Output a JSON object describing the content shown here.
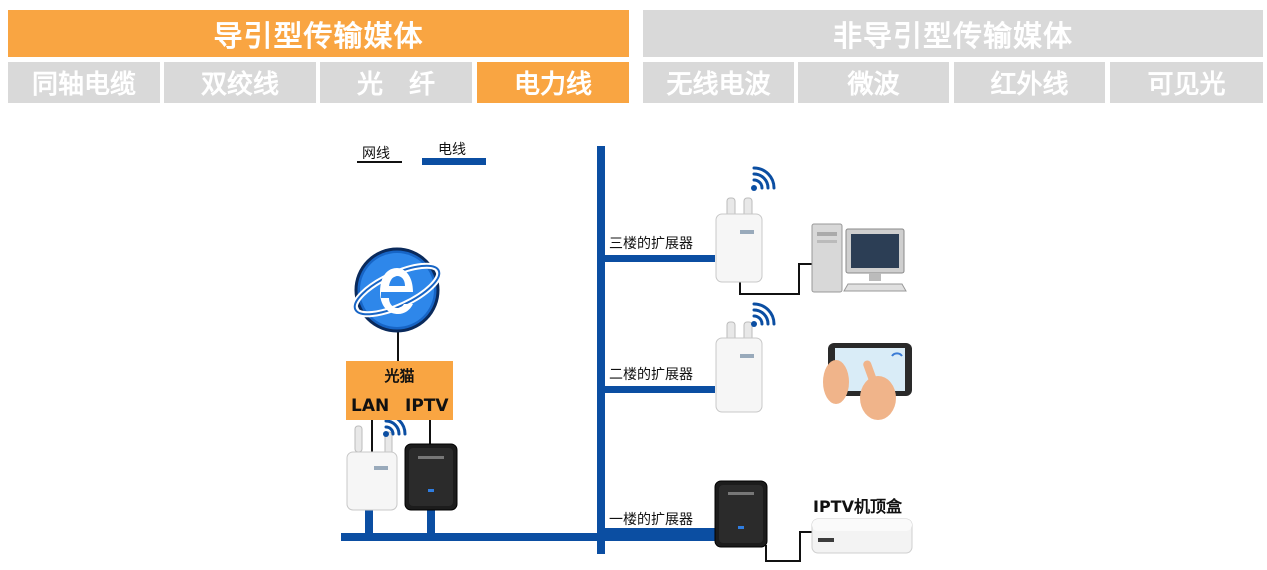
{
  "header": {
    "guided": "导引型传输媒体",
    "unguided": "非导引型传输媒体",
    "guided_items": [
      "同轴电缆",
      "双绞线",
      "光　纤",
      "电力线"
    ],
    "unguided_items": [
      "无线电波",
      "微波",
      "红外线",
      "可见光"
    ],
    "active_item": "电力线"
  },
  "legend": {
    "network_cable": "网线",
    "power_line": "电线"
  },
  "diagram": {
    "modem_label": "光猫",
    "lan_port": "LAN",
    "iptv_port": "IPTV",
    "floor3_extender": "三楼的扩展器",
    "floor2_extender": "二楼的扩展器",
    "floor1_extender": "一楼的扩展器",
    "iptv_box": "IPTV机顶盒"
  },
  "colors": {
    "accent_orange": "#f9a542",
    "inactive_gray": "#d9d9d9",
    "power_line_blue": "#0b4ea2"
  },
  "icons": [
    "internet-explorer-icon",
    "wifi-signal-icon",
    "desktop-computer-icon",
    "tablet-icon",
    "set-top-box-icon",
    "powerline-adapter-icon"
  ]
}
